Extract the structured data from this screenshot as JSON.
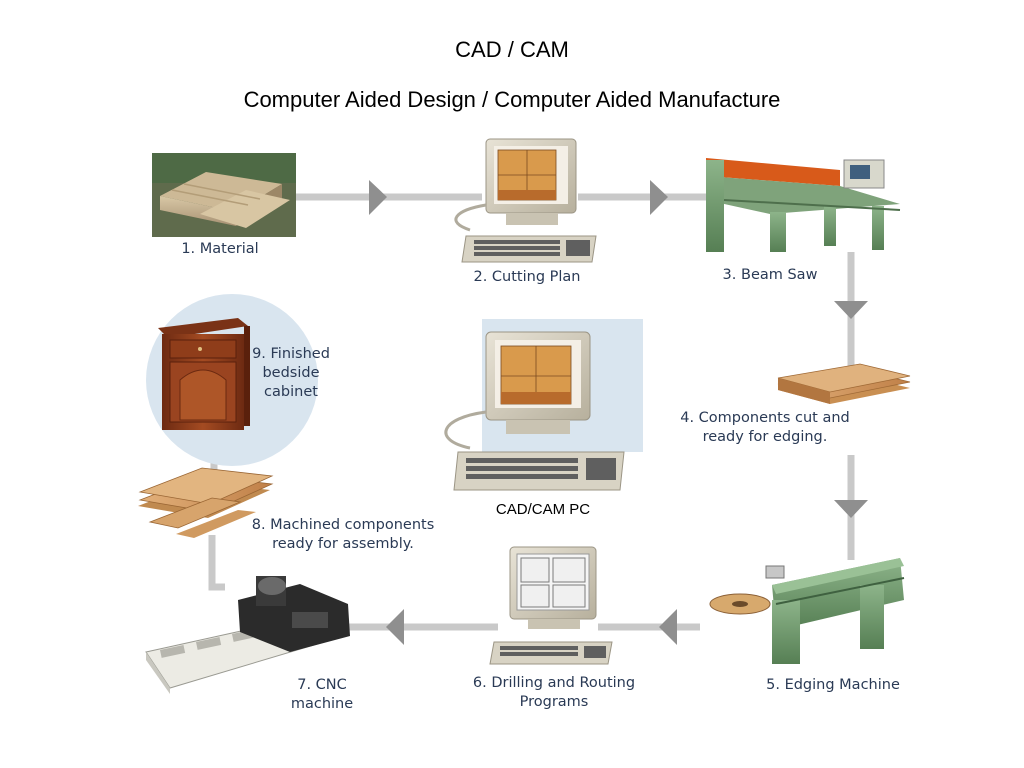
{
  "title": "CAD / CAM",
  "subtitle": "Computer Aided Design /  Computer Aided Manufacture",
  "center": {
    "label": "CAD/CAM PC"
  },
  "steps": [
    {
      "label": "1. Material"
    },
    {
      "label": "2. Cutting Plan"
    },
    {
      "label": "3. Beam Saw"
    },
    {
      "label": "4. Components cut and\nready for edging."
    },
    {
      "label": "5. Edging Machine"
    },
    {
      "label": "6. Drilling and Routing\nPrograms"
    },
    {
      "label": "7. CNC\nmachine"
    },
    {
      "label": "8. Machined components\nready for assembly."
    },
    {
      "label": "9. Finished\nbedside\ncabinet"
    }
  ],
  "colors": {
    "flow_line": "#c9c9c9",
    "arrow_head": "#8f8f8f",
    "label_text": "#2a3a55",
    "machine_green": "#6f9a6c",
    "wood": "#c98f52",
    "cabinet": "#8c3a1c",
    "halo": "#d9e5ef"
  }
}
